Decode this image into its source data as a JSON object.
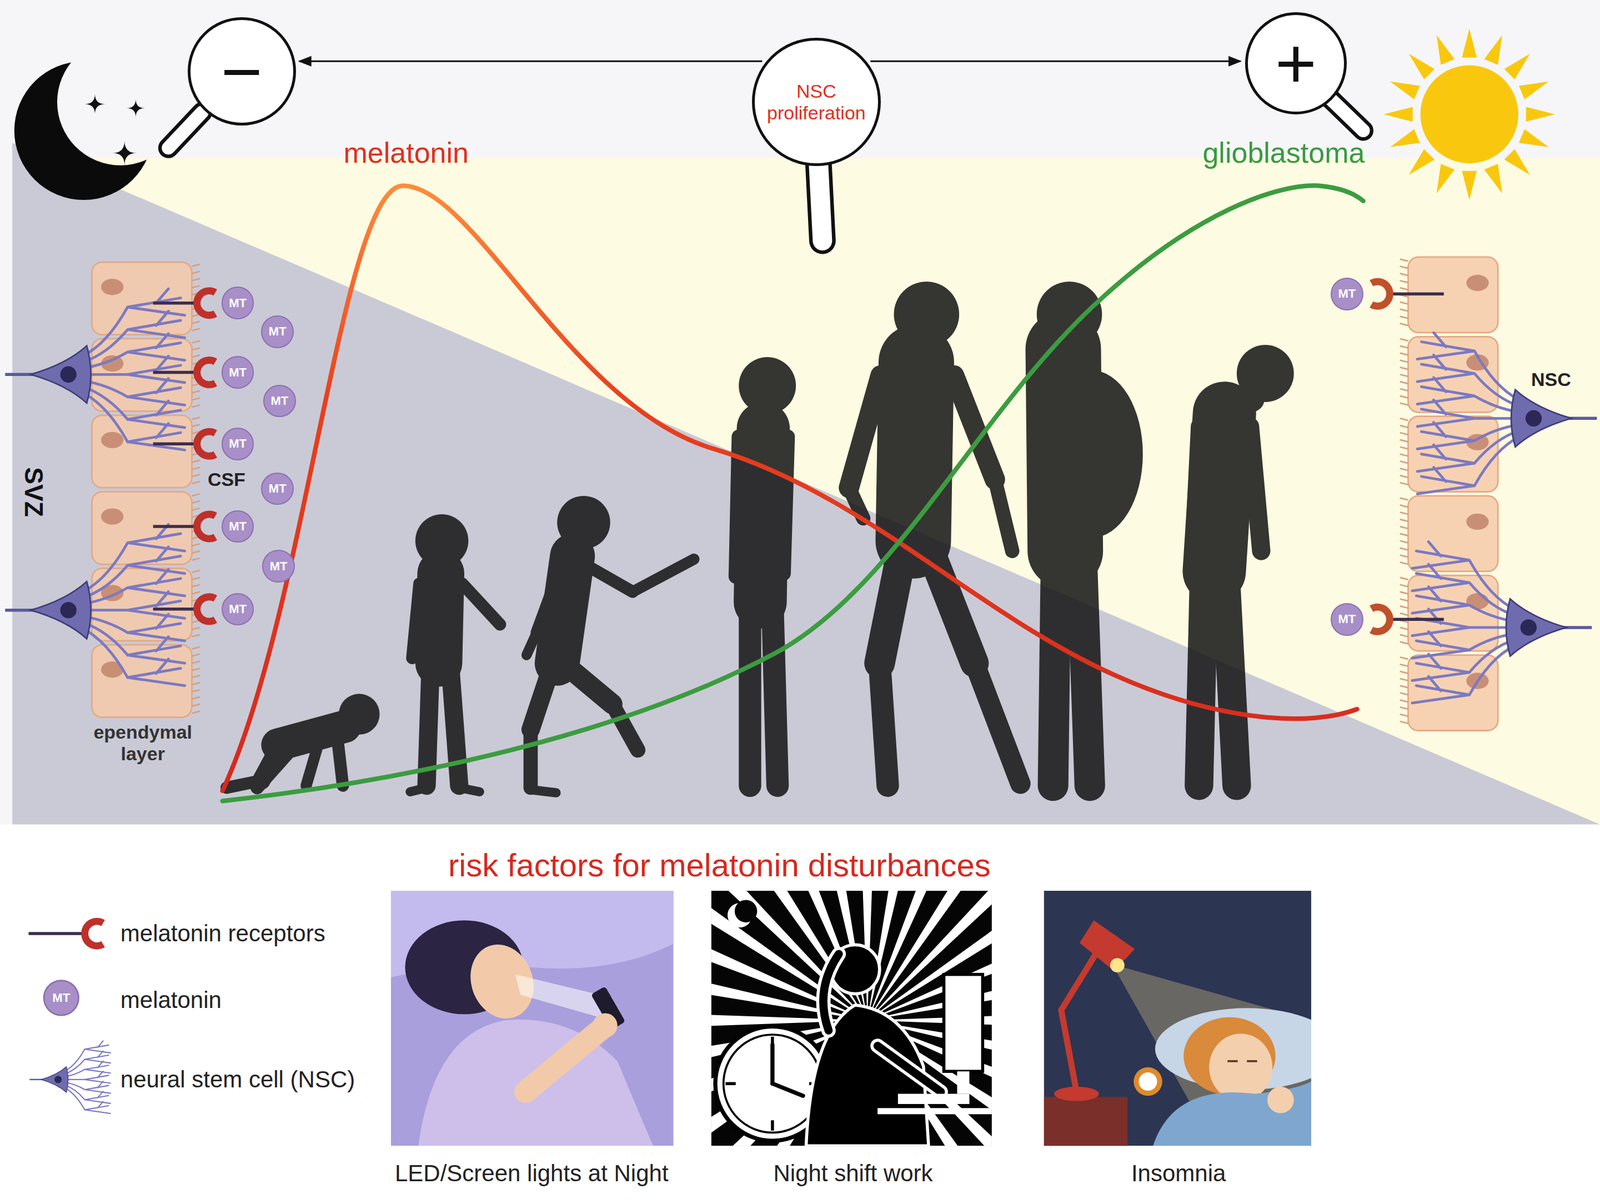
{
  "diagram": {
    "nodes": [
      {
        "text": [
          "−"
        ]
      },
      {
        "text": [
          "NSC proliferation"
        ]
      },
      {
        "text": [
          "+"
        ]
      },
      {
        "text": [
          "MT"
        ]
      },
      {
        "text": [
          "MT"
        ]
      },
      {
        "text": [
          "MT"
        ]
      },
      {
        "text": [
          "MT"
        ]
      },
      {
        "text": [
          "MT"
        ]
      },
      {
        "text": [
          "MT"
        ]
      },
      {
        "text": [
          "MT"
        ]
      },
      {
        "text": [
          "MT"
        ]
      },
      {
        "text": [
          "MT"
        ]
      },
      {
        "text": [
          "MT"
        ]
      },
      {
        "text": [
          "MT"
        ]
      }
    ],
    "edges": [
      {
        "from": 1,
        "to": 0,
        "arrow": "to"
      },
      {
        "from": 1,
        "to": 2,
        "arrow": "to"
      }
    ],
    "labels": [
      "melatonin",
      "glioblastoma",
      "SVZ",
      "CSF",
      "ependymal layer",
      "NSC",
      "risk factors for melatonin disturbances",
      "MT",
      "LED/Screen lights at Night",
      "Night shift work",
      "Insomnia"
    ],
    "legend": [
      {
        "text": "melatonin receptors"
      },
      {
        "text": "melatonin"
      },
      {
        "text": "neural stem cell (NSC)"
      }
    ]
  }
}
